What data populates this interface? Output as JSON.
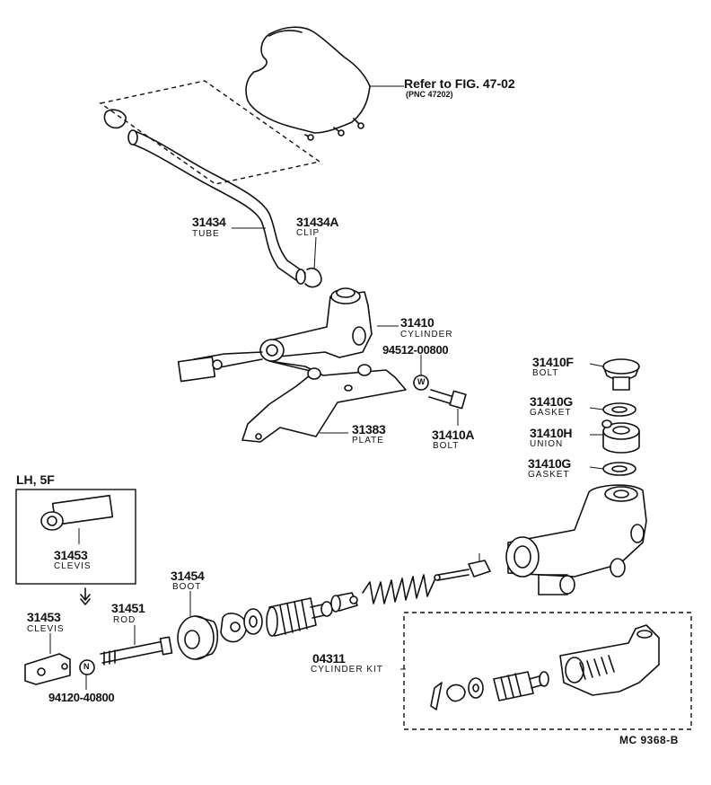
{
  "reference": {
    "text": "Refer to FIG. 47-02",
    "pnc": "(PNC 47202)"
  },
  "parts": {
    "p31434": {
      "number": "31434",
      "name": "TUBE"
    },
    "p31434A": {
      "number": "31434A",
      "name": "CLIP"
    },
    "p31410": {
      "number": "31410",
      "name": "CYLINDER"
    },
    "p94512": {
      "number": "94512-00800"
    },
    "p31383": {
      "number": "31383",
      "name": "PLATE"
    },
    "p31410A": {
      "number": "31410A",
      "name": "BOLT"
    },
    "p31410F": {
      "number": "31410F",
      "name": "BOLT"
    },
    "p31410G_top": {
      "number": "31410G",
      "name": "GASKET"
    },
    "p31410H": {
      "number": "31410H",
      "name": "UNION"
    },
    "p31410G_bottom": {
      "number": "31410G",
      "name": "GASKET"
    },
    "p31453_inset": {
      "number": "31453",
      "name": "CLEVIS"
    },
    "p31454": {
      "number": "31454",
      "name": "BOOT"
    },
    "p31451": {
      "number": "31451",
      "name": "ROD"
    },
    "p31453": {
      "number": "31453",
      "name": "CLEVIS"
    },
    "p94120": {
      "number": "94120-40800"
    },
    "p04311": {
      "number": "04311",
      "name": "CYLINDER KIT"
    }
  },
  "inset": {
    "title": "LH, 5F"
  },
  "symbols": {
    "washer": "W",
    "nut": "N"
  },
  "figure_code": "MC  9368-B"
}
